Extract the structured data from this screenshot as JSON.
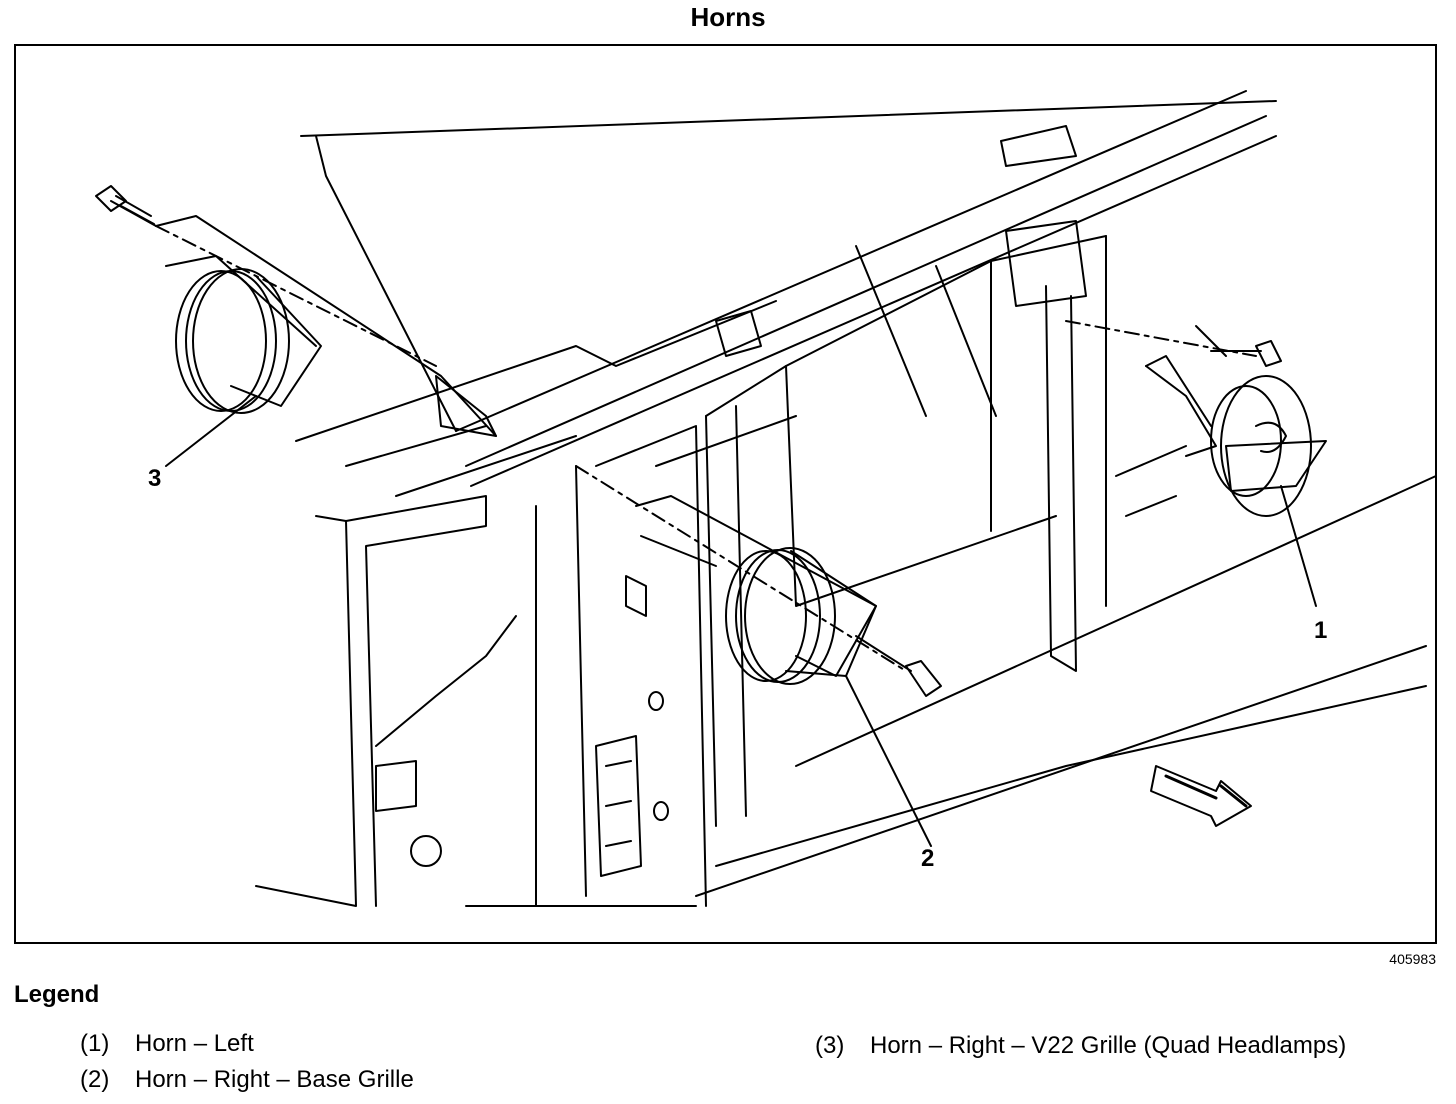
{
  "title": "Horns",
  "figure_id": "405983",
  "callouts": [
    "1",
    "2",
    "3"
  ],
  "legend": {
    "heading": "Legend",
    "items": [
      {
        "num": "(1)",
        "text": "Horn – Left"
      },
      {
        "num": "(2)",
        "text": "Horn – Right – Base Grille"
      },
      {
        "num": "(3)",
        "text": "Horn – Right – V22 Grille (Quad Headlamps)"
      }
    ]
  },
  "colors": {
    "line": "#000000",
    "background": "#ffffff"
  },
  "icons": [
    "direction-arrow-icon",
    "bolt-icon",
    "horn-icon"
  ]
}
